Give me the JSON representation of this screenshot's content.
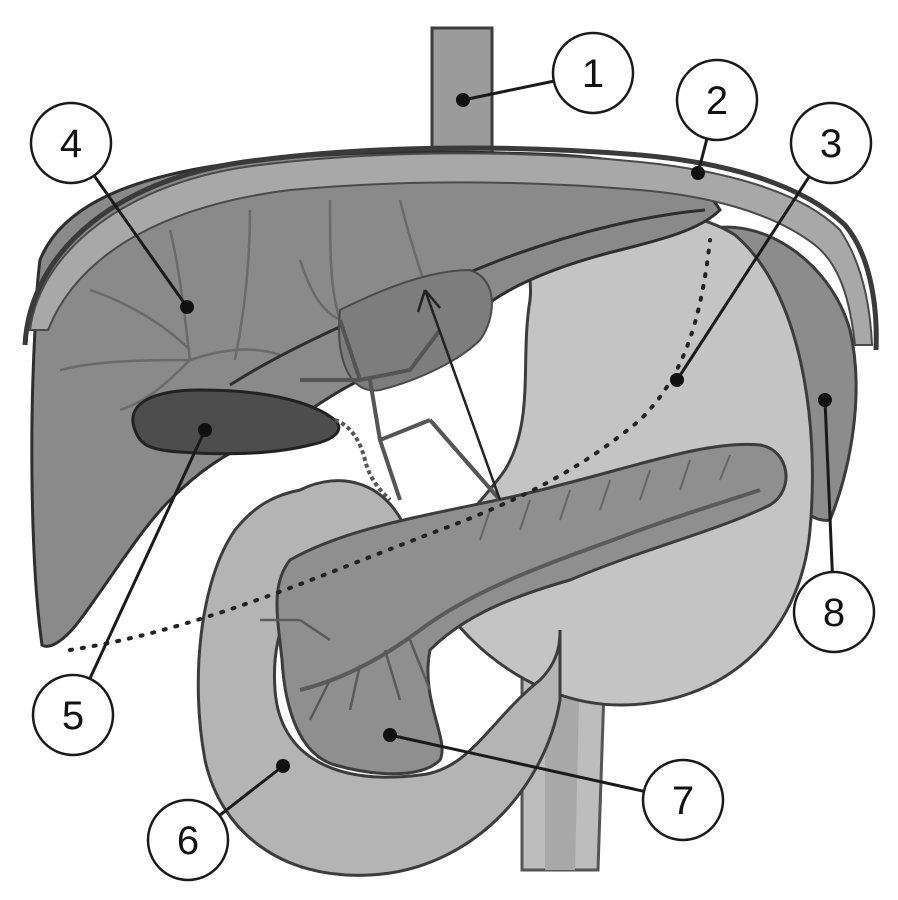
{
  "colors": {
    "background": "#ffffff",
    "outline": "#3c3c3c",
    "liver": "#8a8a8a",
    "liver_light": "#a3a3a3",
    "gallbladder": "#4d4d4d",
    "stomach": "#c4c4c4",
    "duodenum": "#b4b4b4",
    "pancreas": "#8f8f8f",
    "spleen": "#8c8c8c",
    "esophagus": "#9b9b9b",
    "vessel": "#5a5a5a",
    "callout_fill": "#ffffff",
    "callout_stroke": "#1a1a1a"
  },
  "callouts": [
    {
      "id": "1",
      "label": "1"
    },
    {
      "id": "2",
      "label": "2"
    },
    {
      "id": "3",
      "label": "3"
    },
    {
      "id": "4",
      "label": "4"
    },
    {
      "id": "5",
      "label": "5"
    },
    {
      "id": "6",
      "label": "6"
    },
    {
      "id": "7",
      "label": "7"
    },
    {
      "id": "8",
      "label": "8"
    }
  ]
}
